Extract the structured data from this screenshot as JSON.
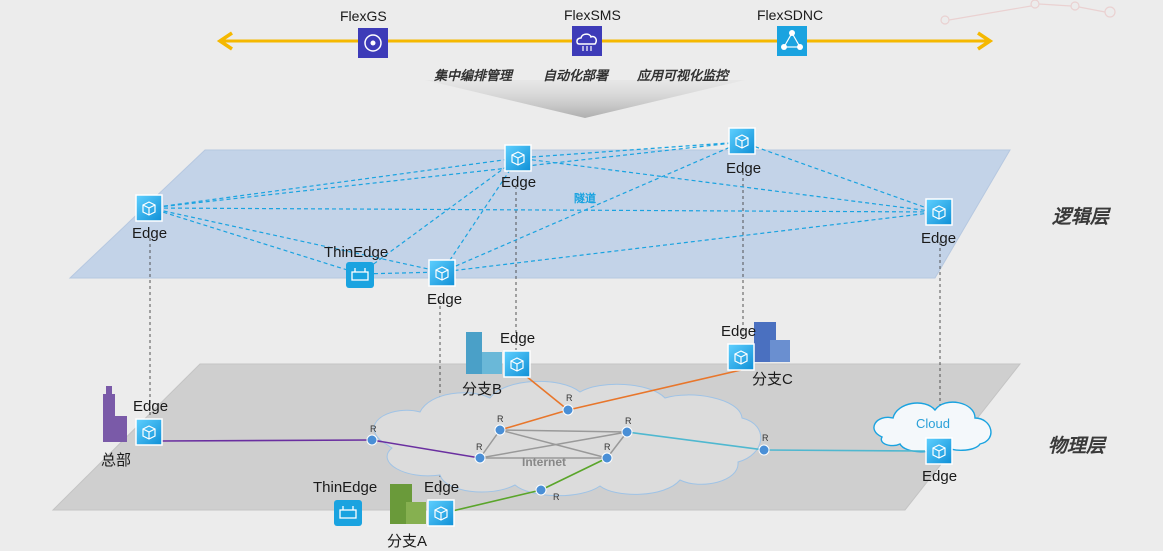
{
  "management": {
    "tools": [
      {
        "name": "FlexGS",
        "icon": "brain-gear-icon",
        "color": "#3d3bb8"
      },
      {
        "name": "FlexSMS",
        "icon": "cloud-icon",
        "color": "#3d3bb8"
      },
      {
        "name": "FlexSDNC",
        "icon": "network-nodes-icon",
        "color": "#1aa3e0"
      }
    ],
    "functions": [
      "集中编排管理",
      "自动化部署",
      "应用可视化监控"
    ],
    "arrow_color": "#f5b800"
  },
  "logical_layer": {
    "label": "逻辑层",
    "tunnel_label": "隧道",
    "nodes": [
      {
        "id": "l-hq",
        "label": "Edge"
      },
      {
        "id": "l-b",
        "label": "Edge"
      },
      {
        "id": "l-c",
        "label": "Edge"
      },
      {
        "id": "l-cloud",
        "label": "Edge"
      },
      {
        "id": "l-a",
        "label": "Edge"
      },
      {
        "id": "l-thin",
        "label": "ThinEdge"
      }
    ],
    "plane_color": "#c3d3e8",
    "tunnel_color": "#1aa3e0"
  },
  "physical_layer": {
    "label": "物理层",
    "internet_label": "Internet",
    "cloud_label": "Cloud",
    "router_label": "R",
    "sites": [
      {
        "id": "hq",
        "name": "总部",
        "edge_label": "Edge",
        "link_color": "#6a2fa0"
      },
      {
        "id": "branch-b",
        "name": "分支B",
        "edge_label": "Edge",
        "link_color": "#e8762b"
      },
      {
        "id": "branch-c",
        "name": "分支C",
        "edge_label": "Edge",
        "link_color": "#e8762b"
      },
      {
        "id": "branch-a",
        "name": "分支A",
        "edge_label": "Edge",
        "thin_label": "ThinEdge",
        "link_color": "#5aa52a"
      },
      {
        "id": "cloud",
        "name": "",
        "edge_label": "Edge",
        "link_color": "#4fb8d0"
      }
    ],
    "plane_color": "#cfcfcf"
  }
}
